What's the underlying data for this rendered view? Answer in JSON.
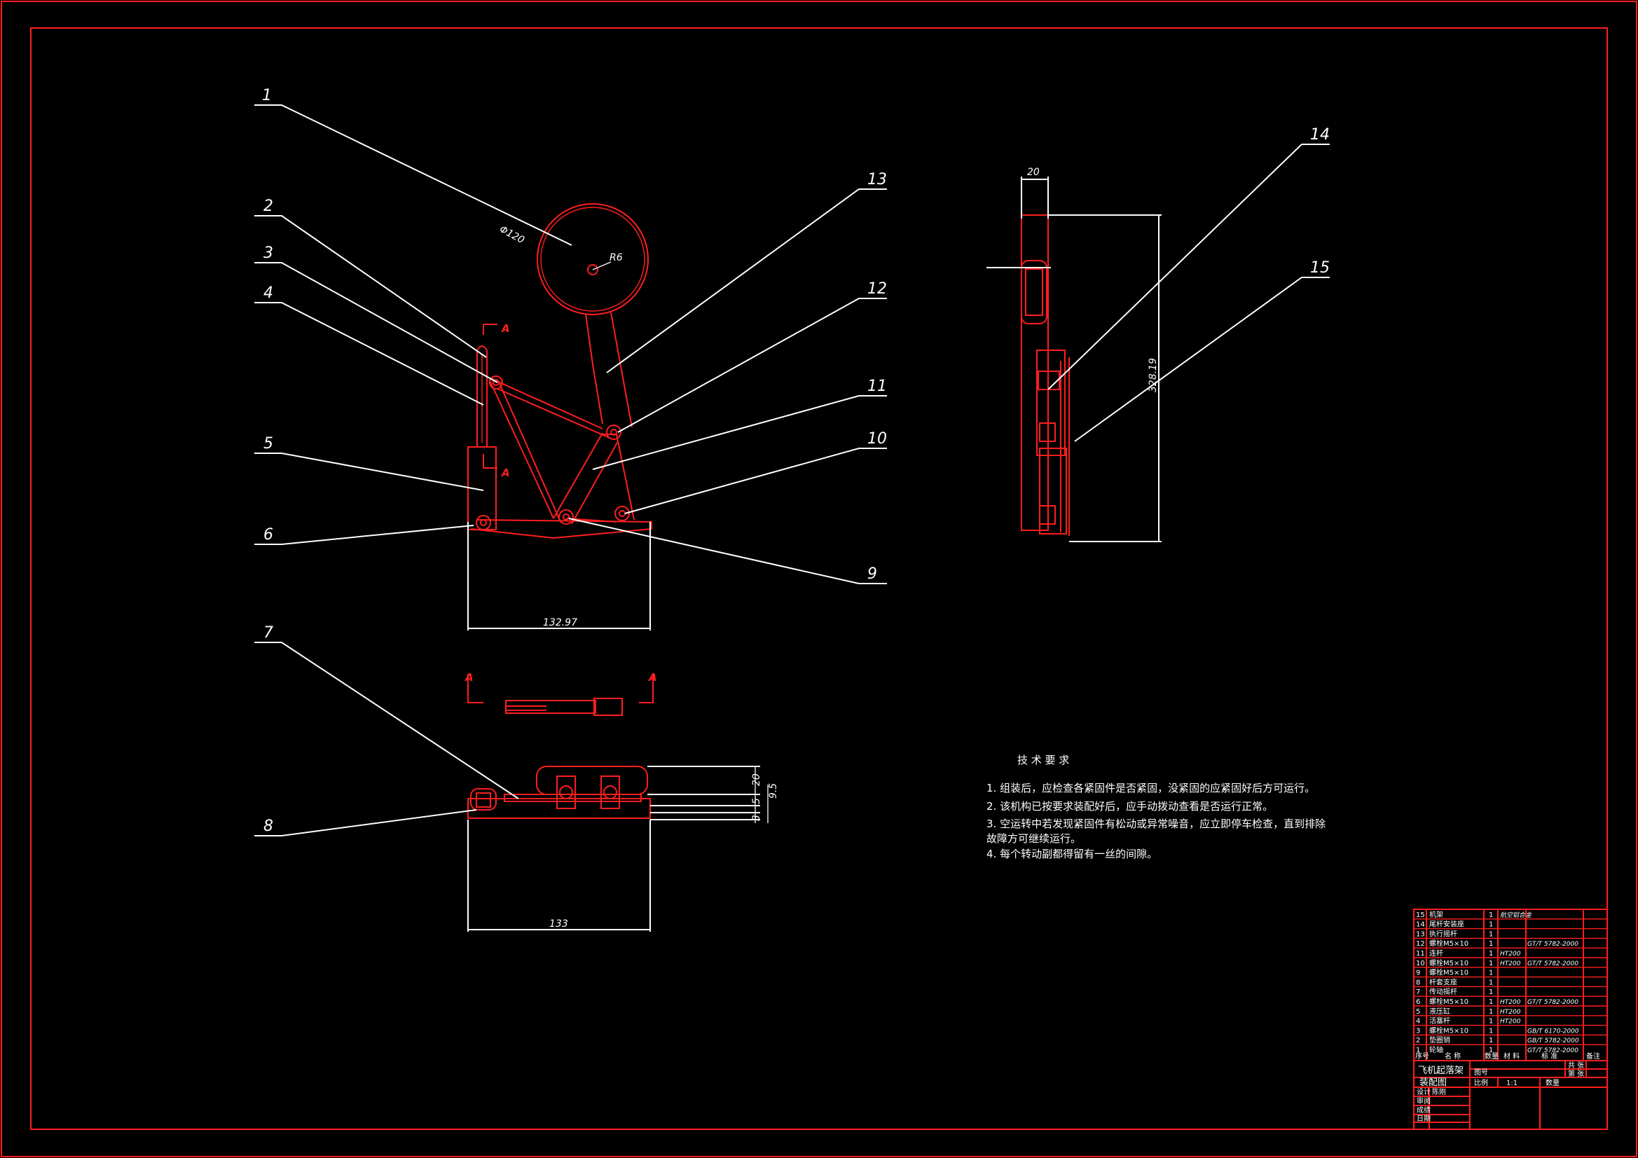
{
  "balloons": [
    {
      "num": "1"
    },
    {
      "num": "2"
    },
    {
      "num": "3"
    },
    {
      "num": "4"
    },
    {
      "num": "5"
    },
    {
      "num": "6"
    },
    {
      "num": "7"
    },
    {
      "num": "8"
    },
    {
      "num": "9"
    },
    {
      "num": "10"
    },
    {
      "num": "11"
    },
    {
      "num": "12"
    },
    {
      "num": "13"
    },
    {
      "num": "14"
    },
    {
      "num": "15"
    }
  ],
  "dimensions": {
    "front_width": "132.97",
    "bottom_width": "133",
    "side_width": "20",
    "side_height": "328.19",
    "diameter": "Φ120",
    "radius": "R6",
    "stack_20": "20",
    "stack_5": "5",
    "stack_95": "9.5",
    "stack_3": "3"
  },
  "section_marks": {
    "a": "A"
  },
  "tech_requirements": {
    "title": "技 术 要 求",
    "items": [
      "1.   组装后，应检查各紧固件是否紧固，没紧固的应紧固好后方可运行。",
      "2.   该机构已按要求装配好后，应手动拨动查看是否运行正常。",
      "3.   空运转中若发现紧固件有松动或异常噪音，应立即停车检查，直到排除",
      "     故障方可继续运行。",
      "4.   每个转动副都得留有一丝的间隙。"
    ]
  },
  "parts_list": [
    {
      "no": "15",
      "name": "机架",
      "qty": "1",
      "material": "航空铝合金",
      "standard": ""
    },
    {
      "no": "14",
      "name": "尾杆安装座",
      "qty": "1",
      "material": "",
      "standard": ""
    },
    {
      "no": "13",
      "name": "执行摇杆",
      "qty": "1",
      "material": "",
      "standard": ""
    },
    {
      "no": "12",
      "name": "螺栓M5×10",
      "qty": "1",
      "material": "",
      "standard": "GT/T 5782-2000"
    },
    {
      "no": "11",
      "name": "连杆",
      "qty": "1",
      "material": "HT200",
      "standard": ""
    },
    {
      "no": "10",
      "name": "螺栓M5×10",
      "qty": "1",
      "material": "HT200",
      "standard": "GT/T 5782-2000"
    },
    {
      "no": "9",
      "name": "螺栓M5×10",
      "qty": "1",
      "material": "",
      "standard": ""
    },
    {
      "no": "8",
      "name": "杆套支座",
      "qty": "1",
      "material": "",
      "standard": ""
    },
    {
      "no": "7",
      "name": "传动摇杆",
      "qty": "1",
      "material": "",
      "standard": ""
    },
    {
      "no": "6",
      "name": "螺栓M5×10",
      "qty": "1",
      "material": "HT200",
      "standard": "GT/T 5782-2000"
    },
    {
      "no": "5",
      "name": "液压缸",
      "qty": "1",
      "material": "HT200",
      "standard": ""
    },
    {
      "no": "4",
      "name": "活塞杆",
      "qty": "1",
      "material": "HT200",
      "standard": ""
    },
    {
      "no": "3",
      "name": "螺栓M5×10",
      "qty": "1",
      "material": "",
      "standard": "GB/T 6170-2000"
    },
    {
      "no": "2",
      "name": "垫圈销",
      "qty": "1",
      "material": "",
      "standard": "GB/T 5782-2000"
    },
    {
      "no": "1",
      "name": "轮轴",
      "qty": "1",
      "material": "",
      "standard": "GT/T 5782-2000"
    }
  ],
  "parts_header": {
    "no": "序号",
    "name": "名  称",
    "qty": "数量",
    "material": "材 料",
    "standard": "标 准",
    "remark": "备注"
  },
  "title_block": {
    "title_line1": "飞机起落架",
    "title_line2": "装配图",
    "drawing_no_label": "图号",
    "scale_label": "比例",
    "scale": "1:1",
    "quantity_label": "数量",
    "sheets_total": "共 张",
    "sheet_no": "第 张",
    "designer_label": "设计",
    "designer": "陈刚",
    "reviewer_label": "审阅",
    "grade_label": "成绩",
    "date_label": "日期"
  }
}
